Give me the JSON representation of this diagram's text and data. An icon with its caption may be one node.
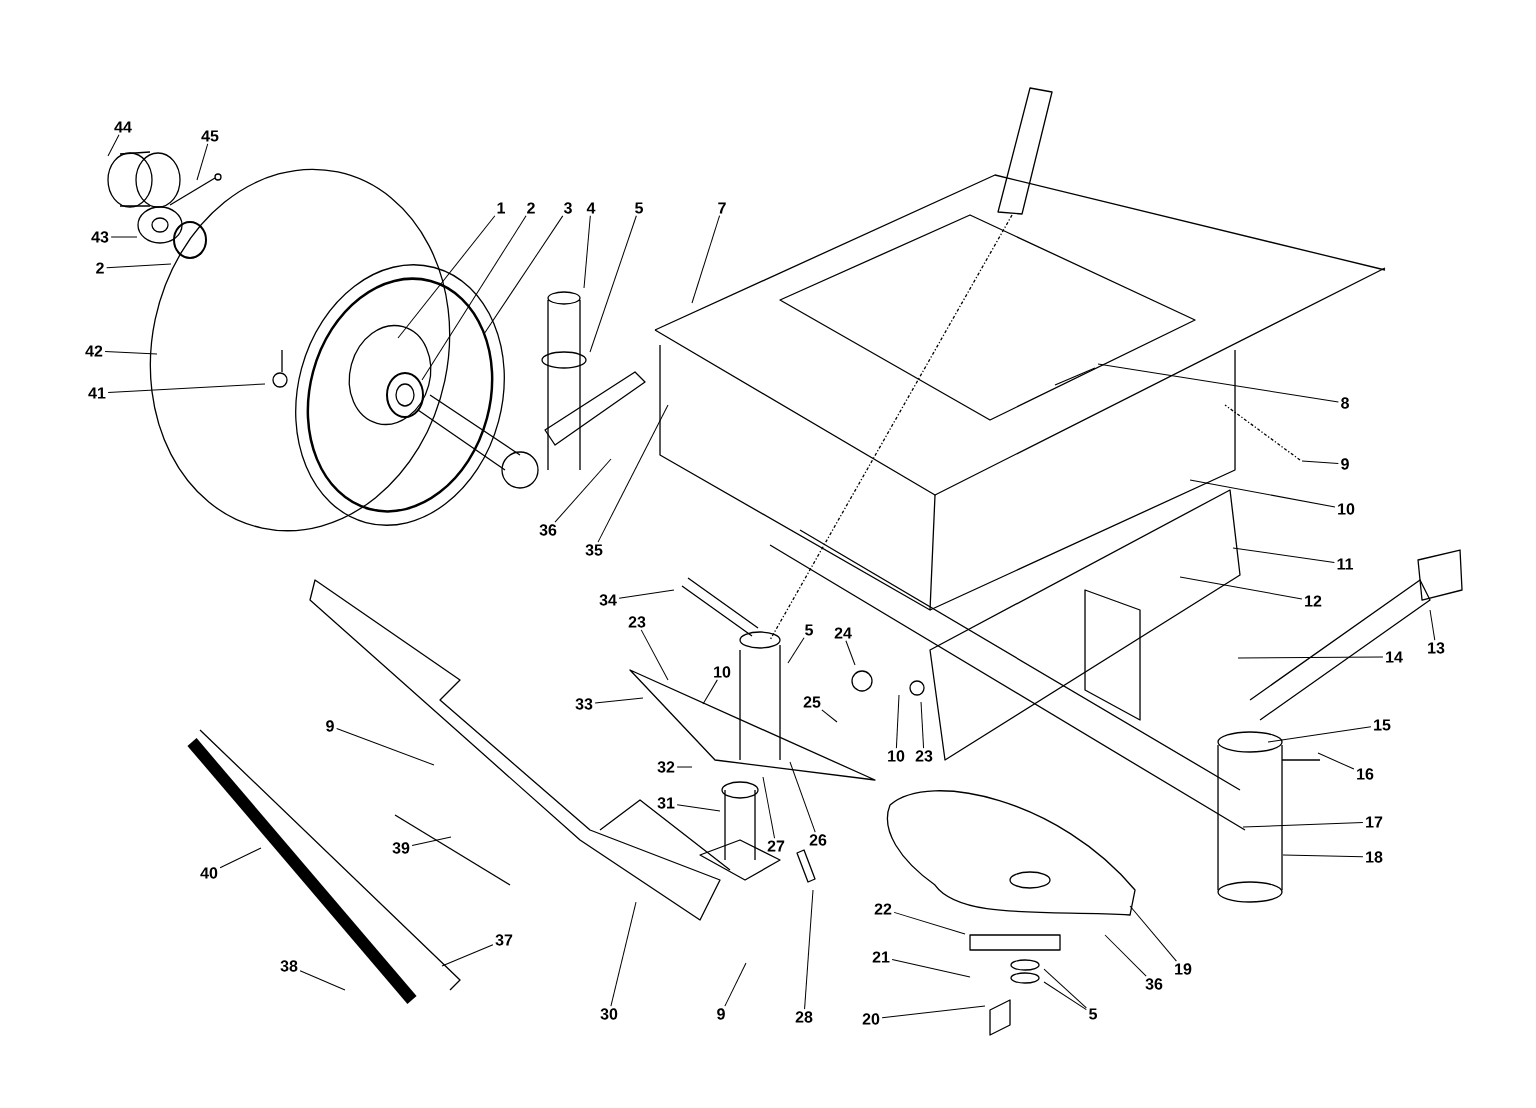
{
  "diagram": {
    "nodes": [
      {
        "text": [
          "44"
        ]
      },
      {
        "text": [
          "45"
        ]
      },
      {
        "text": [
          "43"
        ]
      },
      {
        "text": [
          "2"
        ]
      },
      {
        "text": [
          "42"
        ]
      },
      {
        "text": [
          "41"
        ]
      },
      {
        "text": [
          "1"
        ]
      },
      {
        "text": [
          "2"
        ]
      },
      {
        "text": [
          "3"
        ]
      },
      {
        "text": [
          "4"
        ]
      },
      {
        "text": [
          "5"
        ]
      },
      {
        "text": [
          "7"
        ]
      },
      {
        "text": [
          "8"
        ]
      },
      {
        "text": [
          "9"
        ]
      },
      {
        "text": [
          "10"
        ]
      },
      {
        "text": [
          "11"
        ]
      },
      {
        "text": [
          "12"
        ]
      },
      {
        "text": [
          "13"
        ]
      },
      {
        "text": [
          "14"
        ]
      },
      {
        "text": [
          "15"
        ]
      },
      {
        "text": [
          "16"
        ]
      },
      {
        "text": [
          "17"
        ]
      },
      {
        "text": [
          "18"
        ]
      },
      {
        "text": [
          "19"
        ]
      },
      {
        "text": [
          "36"
        ]
      },
      {
        "text": [
          "5"
        ]
      },
      {
        "text": [
          "20"
        ]
      },
      {
        "text": [
          "21"
        ]
      },
      {
        "text": [
          "22"
        ]
      },
      {
        "text": [
          "28"
        ]
      },
      {
        "text": [
          "26"
        ]
      },
      {
        "text": [
          "27"
        ]
      },
      {
        "text": [
          "25"
        ]
      },
      {
        "text": [
          "24"
        ]
      },
      {
        "text": [
          "10"
        ]
      },
      {
        "text": [
          "23"
        ]
      },
      {
        "text": [
          "5"
        ]
      },
      {
        "text": [
          "23"
        ]
      },
      {
        "text": [
          "10"
        ]
      },
      {
        "text": [
          "33"
        ]
      },
      {
        "text": [
          "32"
        ]
      },
      {
        "text": [
          "31"
        ]
      },
      {
        "text": [
          "9"
        ]
      },
      {
        "text": [
          "39"
        ]
      },
      {
        "text": [
          "40"
        ]
      },
      {
        "text": [
          "37"
        ]
      },
      {
        "text": [
          "38"
        ]
      },
      {
        "text": [
          "30"
        ]
      },
      {
        "text": [
          "9"
        ]
      },
      {
        "text": [
          "34"
        ]
      },
      {
        "text": [
          "36"
        ]
      },
      {
        "text": [
          "35"
        ]
      }
    ],
    "edges": [
      {
        "from": 0,
        "to": null,
        "arrow": "none"
      },
      {
        "from": 1,
        "to": null,
        "arrow": "none"
      },
      {
        "from": 2,
        "to": null,
        "arrow": "none"
      },
      {
        "from": 3,
        "to": null,
        "arrow": "none"
      },
      {
        "from": 4,
        "to": null,
        "arrow": "none"
      },
      {
        "from": 5,
        "to": null,
        "arrow": "none"
      },
      {
        "from": 6,
        "to": null,
        "arrow": "none"
      },
      {
        "from": 7,
        "to": null,
        "arrow": "none"
      },
      {
        "from": 8,
        "to": null,
        "arrow": "none"
      },
      {
        "from": 9,
        "to": null,
        "arrow": "none"
      },
      {
        "from": 10,
        "to": null,
        "arrow": "none"
      },
      {
        "from": 11,
        "to": null,
        "arrow": "none"
      },
      {
        "from": 12,
        "to": null,
        "arrow": "none"
      },
      {
        "from": 13,
        "to": null,
        "arrow": "none"
      },
      {
        "from": 14,
        "to": null,
        "arrow": "none"
      },
      {
        "from": 15,
        "to": null,
        "arrow": "none"
      },
      {
        "from": 16,
        "to": null,
        "arrow": "none"
      },
      {
        "from": 17,
        "to": null,
        "arrow": "none"
      },
      {
        "from": 18,
        "to": null,
        "arrow": "none"
      },
      {
        "from": 19,
        "to": null,
        "arrow": "none"
      },
      {
        "from": 20,
        "to": null,
        "arrow": "none"
      },
      {
        "from": 21,
        "to": null,
        "arrow": "none"
      },
      {
        "from": 22,
        "to": null,
        "arrow": "none"
      },
      {
        "from": 23,
        "to": null,
        "arrow": "none"
      },
      {
        "from": 24,
        "to": null,
        "arrow": "none"
      },
      {
        "from": 25,
        "to": null,
        "arrow": "none"
      },
      {
        "from": 25,
        "to": null,
        "arrow": "none"
      },
      {
        "from": 26,
        "to": null,
        "arrow": "none"
      },
      {
        "from": 27,
        "to": null,
        "arrow": "none"
      },
      {
        "from": 28,
        "to": null,
        "arrow": "none"
      },
      {
        "from": 29,
        "to": null,
        "arrow": "none"
      },
      {
        "from": 30,
        "to": null,
        "arrow": "none"
      },
      {
        "from": 31,
        "to": null,
        "arrow": "none"
      },
      {
        "from": 32,
        "to": null,
        "arrow": "none"
      },
      {
        "from": 33,
        "to": null,
        "arrow": "none"
      },
      {
        "from": 34,
        "to": null,
        "arrow": "none"
      },
      {
        "from": 35,
        "to": null,
        "arrow": "none"
      },
      {
        "from": 36,
        "to": null,
        "arrow": "none"
      },
      {
        "from": 37,
        "to": null,
        "arrow": "none"
      },
      {
        "from": 38,
        "to": null,
        "arrow": "none"
      },
      {
        "from": 39,
        "to": null,
        "arrow": "none"
      },
      {
        "from": 40,
        "to": null,
        "arrow": "none"
      },
      {
        "from": 41,
        "to": null,
        "arrow": "none"
      },
      {
        "from": 42,
        "to": null,
        "arrow": "none"
      },
      {
        "from": 43,
        "to": null,
        "arrow": "none"
      },
      {
        "from": 44,
        "to": null,
        "arrow": "none"
      },
      {
        "from": 45,
        "to": null,
        "arrow": "none"
      },
      {
        "from": 46,
        "to": null,
        "arrow": "none"
      },
      {
        "from": 47,
        "to": null,
        "arrow": "none"
      },
      {
        "from": 48,
        "to": null,
        "arrow": "none"
      },
      {
        "from": 49,
        "to": null,
        "arrow": "none"
      },
      {
        "from": 50,
        "to": null,
        "arrow": "none"
      },
      {
        "from": 51,
        "to": null,
        "arrow": "none"
      }
    ]
  }
}
